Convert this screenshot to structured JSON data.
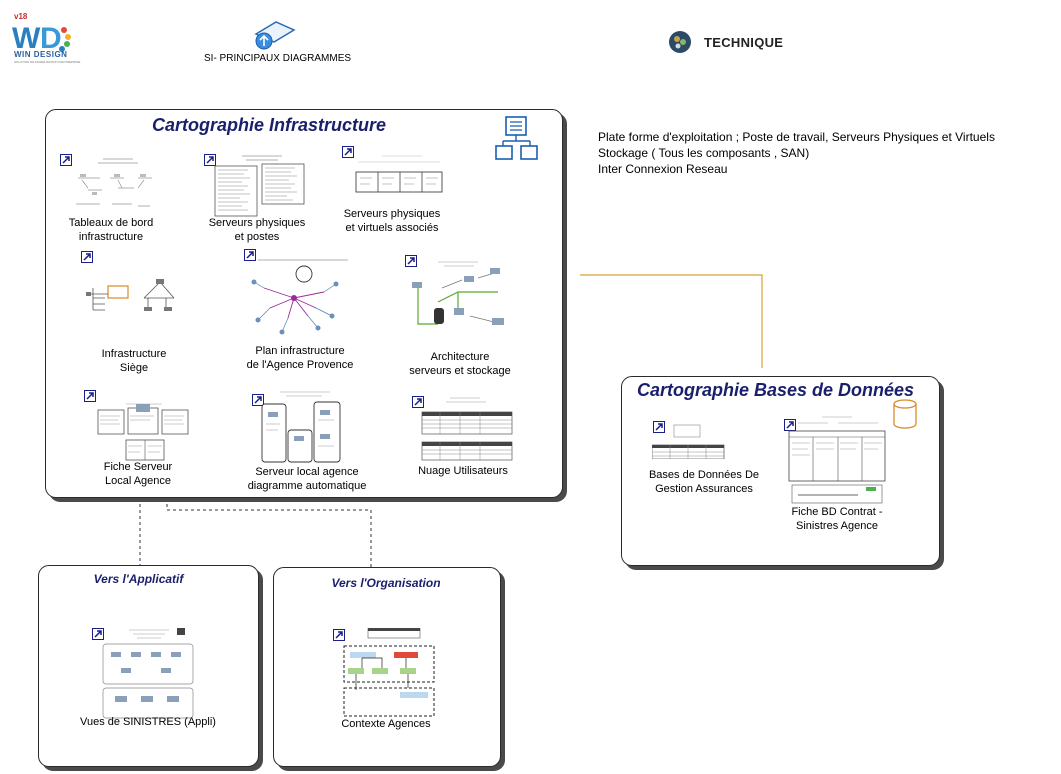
{
  "header": {
    "logo_version": "v18",
    "logo_name": "WIN DESIGN",
    "logo_tagline": "SOLUTION DE MODÉLISATION D'ENTREPRISE",
    "si_label": "SI- PRINCIPAUX DIAGRAMMES",
    "technique_label": "TECHNIQUE"
  },
  "description": [
    "Plate forme d'exploitation ; Poste de travail, Serveurs Physiques et Virtuels",
    "Stockage ( Tous les composants , SAN)",
    "Inter Connexion Reseau"
  ],
  "infra": {
    "title": "Cartographie Infrastructure",
    "items": [
      "Tableaux de bord\ninfrastructure",
      "Serveurs physiques\net postes",
      "Serveurs physiques\net virtuels associés",
      "Infrastructure\nSiège",
      "Plan infrastructure\nde l'Agence Provence",
      "Architecture\nserveurs et stockage",
      "Fiche Serveur\nLocal Agence",
      "Serveur local agence\ndiagramme automatique",
      "Nuage Utilisateurs"
    ]
  },
  "bdd": {
    "title": "Cartographie Bases de Données",
    "items": [
      "Bases de Données De\nGestion Assurances",
      "Fiche BD Contrat -\nSinistres Agence"
    ]
  },
  "applicatif": {
    "title": "Vers l'Applicatif",
    "items": [
      "Vues de SINISTRES (Appli)"
    ]
  },
  "organisation": {
    "title": "Vers l'Organisation",
    "items": [
      "Contexte Agences"
    ]
  },
  "colors": {
    "title_blue": "#1a1f6b",
    "connector_orange": "#d9a032",
    "link_blue": "#1a1f8a"
  }
}
